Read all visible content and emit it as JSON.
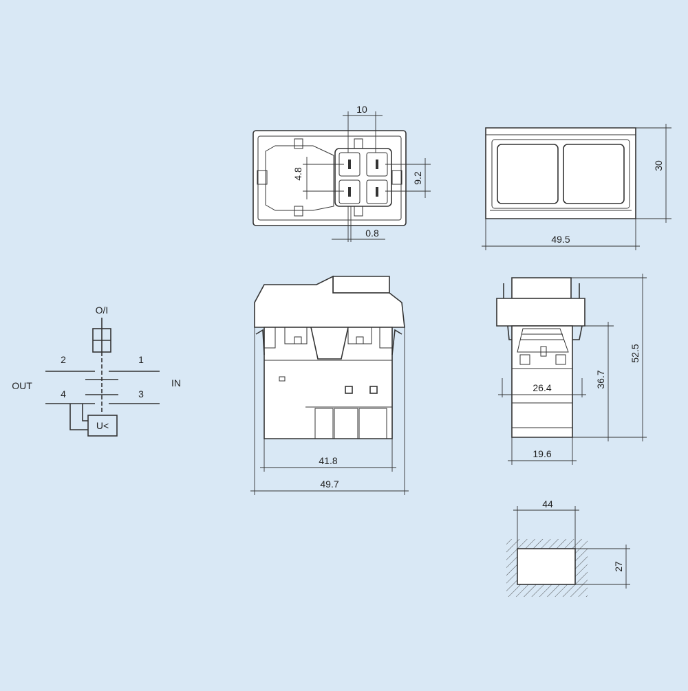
{
  "colors": {
    "background": "#d9e8f5",
    "line": "#333333",
    "fill": "#ffffff"
  },
  "schematic": {
    "top_label": "O/I",
    "terminal_1": "1",
    "terminal_2": "2",
    "terminal_3": "3",
    "terminal_4": "4",
    "out_label": "OUT",
    "in_label": "IN",
    "coil_label": "U<"
  },
  "bottom_view": {
    "dim_top": "10",
    "dim_left": "4.8",
    "dim_right": "9.2",
    "dim_bottom": "0.8"
  },
  "top_view": {
    "dim_width": "49.5",
    "dim_height": "30"
  },
  "front_view": {
    "dim_inner": "41.8",
    "dim_outer": "49.7"
  },
  "side_view": {
    "dim_inner_width": "26.4",
    "dim_height_inner": "36.7",
    "dim_height_total": "52.5",
    "dim_bottom_width": "19.6"
  },
  "panel_cutout": {
    "dim_width": "44",
    "dim_height": "27"
  }
}
